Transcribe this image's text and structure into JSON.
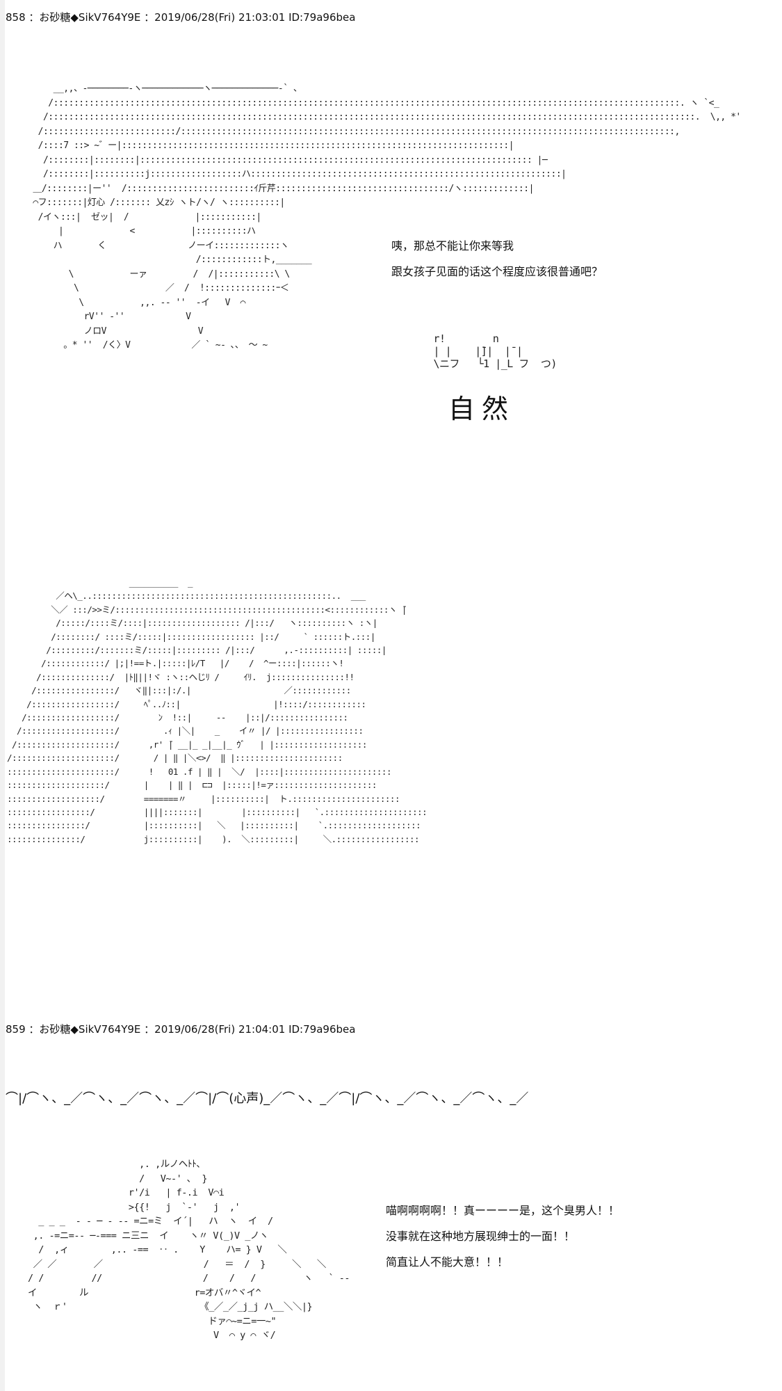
{
  "posts": [
    {
      "header": "858 ：お砂糖◆SikV764Y9E ：2019/06/28(Fri) 21:03:01 ID:79a96bea",
      "dialogue": [
        "咦，那总不能让你来等我",
        "跟女孩子见面的话这个程度应该很普通吧？"
      ],
      "sfx_art": " r!        n\n | |    |̄]|  |̄ |\n \\ニフ   └1 |_L フ  つ)",
      "big_text": "自然"
    },
    {
      "header": "859 ：お砂糖◆SikV764Y9E ：2019/06/28(Fri) 21:04:01 ID:79a96bea",
      "wave_line": "⌒|/⌒ヽ、_／⌒ヽ、_／⌒ヽ、_／⌒|/⌒(心声)_／⌒ヽ、_／⌒|/⌒ヽ、_／⌒ヽ、_／⌒ヽ、_／",
      "dialogue": [
        "喵啊啊啊啊！！真ーーーー是，这个臭男人！！",
        "没事就在这种地方展现绅士的一面！！",
        "简直让人不能大意！！！"
      ]
    }
  ],
  "art": {
    "art1": "     __,,、-────────‐ヽ────────────ヽ─────────────‐` 、\n    /:::::::::::::::::::::::::::::::::::::::::::::::::::::::::::::::::::::::::::::::::::::::::::::::::::::::::::::::::::::::::::. ヽ `<_\n   /:::::::::::::::::::::::::::::::::::::::::::::::::::::::::::::::::::::::::::::::::::::::::::::::::::::::::::::::::::::::::::::::.  \\,, *'\n  /::::::::::::::::::::::::::/:::::::::::::::::::::::::::::::::::::::::::::::::::::::::::::::::::::::::::::::::::::::::::::::::,\n  /::::7 ::> ~゛ー|::::::::::::::::::::::::::::::::::::::::::::::::::::::::::::::::::::::::::::|\n   /::::::::|::::::::|::::::::::::::::::::::::::::::::::::::::::::::::::::::::::::::::::::::::::::: |─\n   /::::::::|::::::::::j::::::::::::::::::ハ:::::::::::::::::::::::::::::::::::::::::::::::::::::::::::::|\n ＿/::::::::|ー''  /:::::::::::::::::::::::::ｲ斤芹::::::::::::::::::::::::::::::::::/ヽ:::::::::::::|\n ⌒フ:::::::|灯心 /::::::: 乂zｼ ヽト/ヽ/ ヽ::::::::::|\n  /イヽ:::|  ゼッ|  /             |:::::::::::|\n      |             <           |::::::::::ハ\n     ハ       く                ノーイ:::::::::::::ヽ\n                                 /::::::::::::ト,_______\n        \\           ーァ         /  /|:::::::::::\\ \\\n         \\                 ／  /  !::::::::::::::ｰ＜\n          \\           ,,. -‐ ''  ‐イ   V  ⌒\n           rV'' ‐''            V\n           ノロV                  V\n       。* ''  /く〉V            ／ ` ~‐ ､、 ～ ~\n",
    "art2": "                         __________  _\n          ／ヘ\\_..:::::::::::::::::::::::::::::::::::::::::::::::::..  ___\n         ＼／ :::/>>ミ/:::::::::::::::::::::::::::::::::::::::::::<::::::::::::ヽ ̄|\n          /:::::/::::ミ/::::|::::::::::::::::::: /|:::/   ヽ::::::::::ヽ :ヽ|\n         /::::::::/ ::::ミ/:::::|:::::::::::::::::: |::/     ` ::::::ト.:::|\n        /:::::::::/:::::::ミ/:::::|::::::::: /|:::/      ,.-::::::::::| :::::|\n       /::::::::::::/ |;|!==ト.|:::::|ﾚ/T   |/    /  ^ー::::|::::::ヽ!\n      /::::::::::::::/  |ﾄ‖||!ヾ :ヽ::ヘじﾘ /     ｲﾘ.  j:::::::::::::::!!\n     /::::::::::::::::/   ヾ‖|:::|:/.|                   ／::::::::::::\n    /:::::::::::::::::/     ﾍﾟ..ﾉ::|                   |!::::/::::::::::::\n   /::::::::::::::::::/        ﾝ  !::|     ‐‐    |::|/::::::::::::::::\n  /:::::::::::::::::::/         .ｨ |＼|    _    イ〃 |/ |:::::::::::::::::\n /::::::::::::::::::::/      ,r' ̄| __|_ _|__|_ ｳﾞ   | |:::::::::::::::::::\n/:::::::::::::::::::::/       / | ‖ |＼<>/  ‖ |::::::::::::::::::::::\n::::::::::::::::::::::/      !   01 .f | ‖ |  ＼/  |::::|::::::::::::::::::::::\n::::::::::::::::::::/       |    | ‖ |  ⊏⊐  |:::::|!=ァ:::::::::::::::::::::\n:::::::::::::::::::/        =======〃     |::::::::::|  ト.::::::::::::::::::::::\n:::::::::::::::::/          ||||:::::::|        |::::::::::|   `.:::::::::::::::::::::\n::::::::::::::::/           |::::::::::|   ＼   |::::::::::|    `.:::::::::::::::::::\n:::::::::::::::/            j::::::::::|    ).  ＼:::::::::|     ＼.:::::::::::::::::\n",
    "art3": "                     ,. ,ルノヘﾄﾄ、\n                     /   V~‐' ､  }\n                   r'/i   | f‐.i  V⌒i\n                   >{{!   j  `‐'   j  ,'\n  _ _ _  ‐ ‐ ─ ‐ ‐‐ =ニ=ミ  イ´|   ハ  ヽ  イ  /\n ,. -=ニ=‐‐ ─‐=== ニ三ニ  イ    ヽ〃 V(_)V _ノヽ\n  /  ,ィ        ,.. -==  ‥ .    Y    ハ= } V   ＼\n ／ ／       ／                   /   ＝  /  }     ＼   ＼\n/ /         //                   /    /   /         ヽ   ` ‐-\nイ        ル                    r=オバ〃^ヾイ^\n ヽ  ｒ'                         《_／_／_j_j ハ__＼＼|}\n                                  ドァ⌒~=ニ=一~\"\n                                   V  ⌒ y ⌒ ヾ/\n"
  }
}
